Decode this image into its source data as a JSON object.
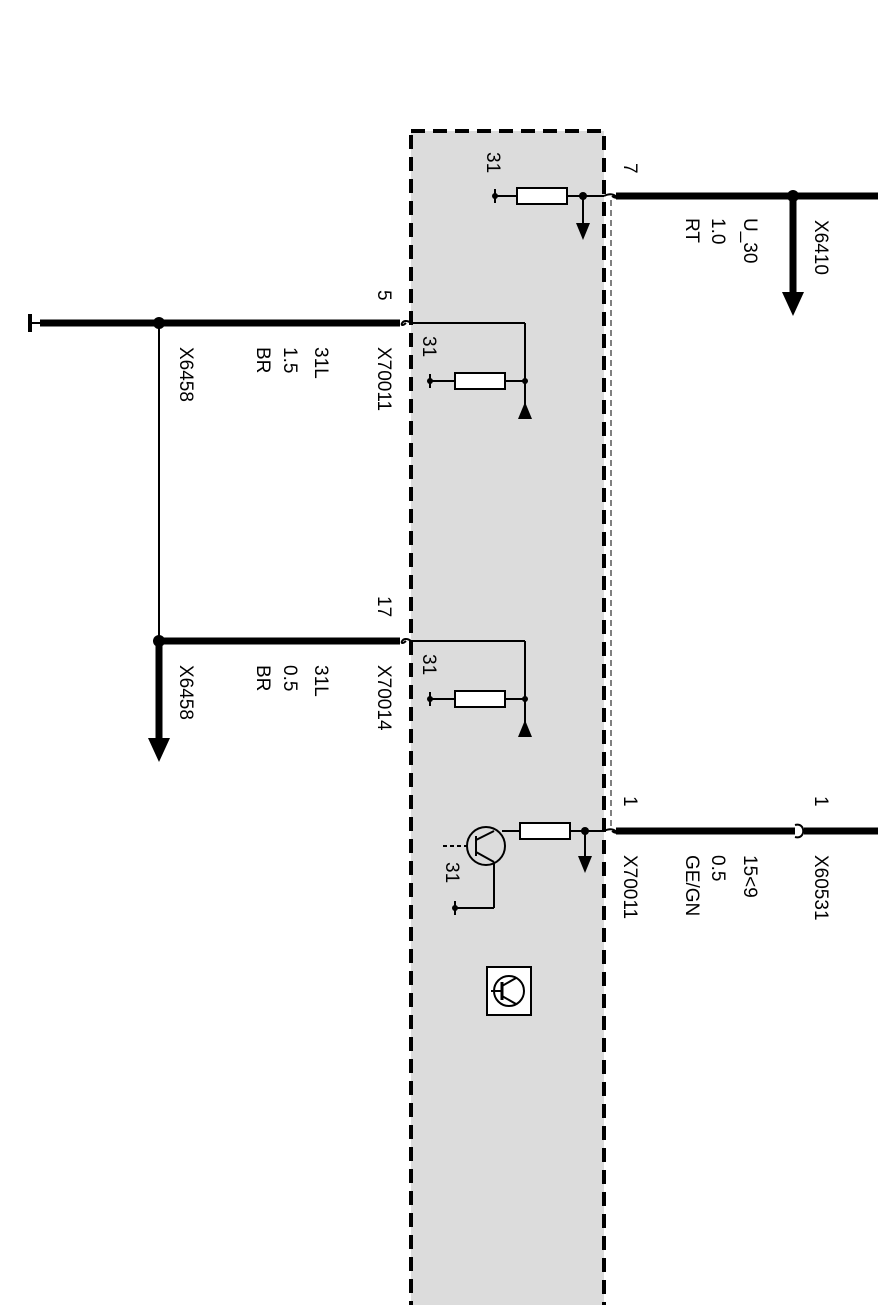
{
  "colors": {
    "module_fill": "#dcdcdc",
    "line": "#000000",
    "background": "#ffffff"
  },
  "module": {
    "icon": "transistor-symbol-icon"
  },
  "wires": {
    "u30": {
      "pin": "7",
      "signal": "U_30",
      "gauge": "1.0",
      "color": "RT",
      "connector": "X6410",
      "ground": "31"
    },
    "pin5": {
      "pin": "5",
      "connector": "X70011",
      "signal": "31L",
      "gauge": "1.5",
      "color": "BR",
      "splice": "X6458",
      "ground": "31"
    },
    "pin17": {
      "pin": "17",
      "connector": "X70014",
      "signal": "31L",
      "gauge": "0.5",
      "color": "BR",
      "splice": "X6458",
      "ground": "31"
    },
    "pin1": {
      "pin": "1",
      "connector": "X70011",
      "signal": "15<9",
      "gauge": "0.5",
      "color": "GE/GN",
      "far_pin": "1",
      "far_connector": "X60531",
      "ground": "31"
    }
  }
}
